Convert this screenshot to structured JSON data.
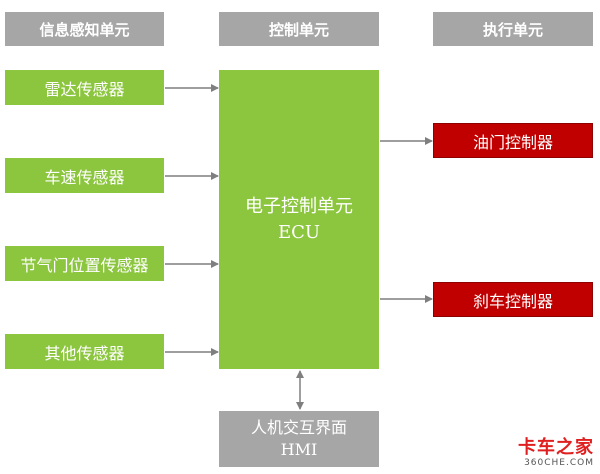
{
  "headers": {
    "perception": "信息感知单元",
    "control": "控制单元",
    "execution": "执行单元"
  },
  "sensors": [
    {
      "label": "雷达传感器"
    },
    {
      "label": "车速传感器"
    },
    {
      "label": "节气门位置传感器"
    },
    {
      "label": "其他传感器"
    }
  ],
  "ecu": {
    "line1": "电子控制单元",
    "line2": "ECU"
  },
  "actuators": [
    {
      "label": "油门控制器"
    },
    {
      "label": "刹车控制器"
    }
  ],
  "hmi": {
    "line1": "人机交互界面",
    "line2": "HMI"
  },
  "watermark": {
    "logo_text": "卡车之家",
    "domain": "360CHE.COM"
  },
  "colors": {
    "green": "#8cc63f",
    "red": "#c00000",
    "gray": "#a6a6a6",
    "arrow": "#7f7f7f"
  }
}
